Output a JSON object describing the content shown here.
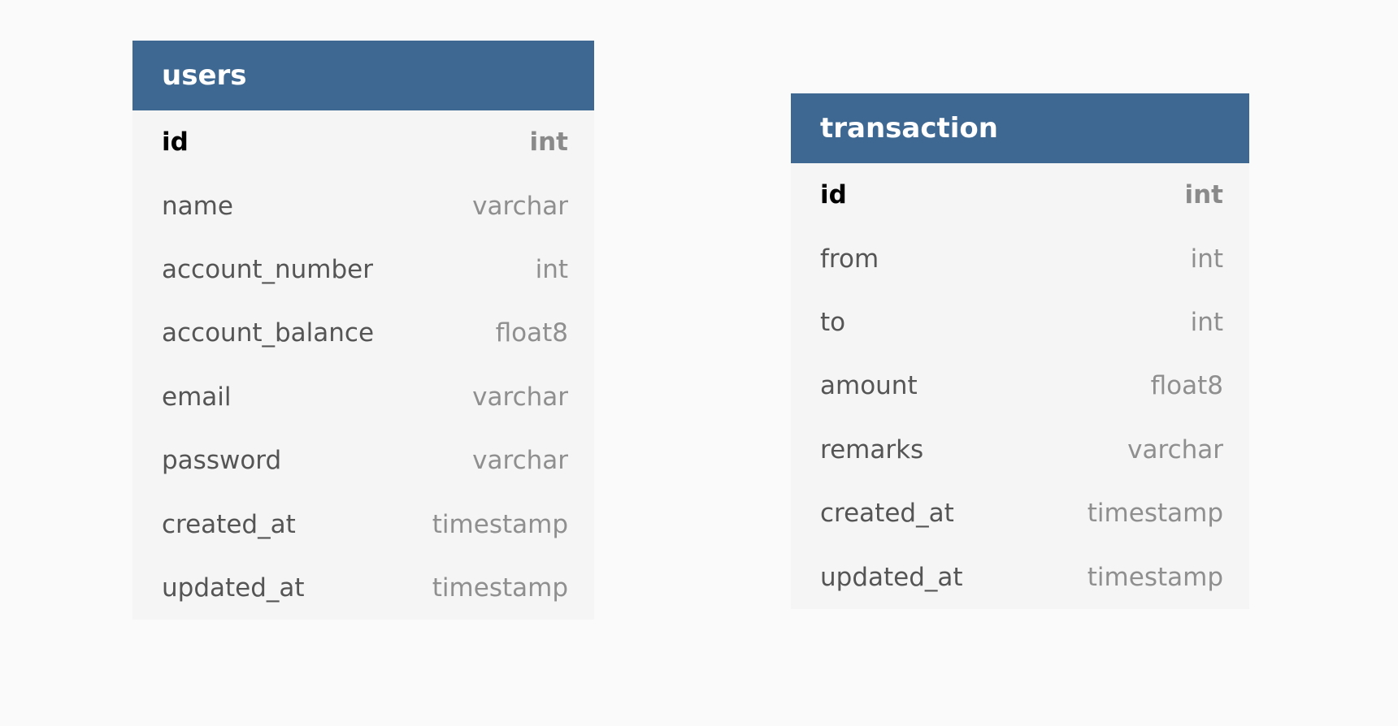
{
  "tables": [
    {
      "name": "users",
      "fields": [
        {
          "name": "id",
          "type": "int",
          "primary": true
        },
        {
          "name": "name",
          "type": "varchar"
        },
        {
          "name": "account_number",
          "type": "int"
        },
        {
          "name": "account_balance",
          "type": "float8"
        },
        {
          "name": "email",
          "type": "varchar"
        },
        {
          "name": "password",
          "type": "varchar"
        },
        {
          "name": "created_at",
          "type": "timestamp"
        },
        {
          "name": "updated_at",
          "type": "timestamp"
        }
      ]
    },
    {
      "name": "transaction",
      "fields": [
        {
          "name": "id",
          "type": "int",
          "primary": true
        },
        {
          "name": "from",
          "type": "int"
        },
        {
          "name": "to",
          "type": "int"
        },
        {
          "name": "amount",
          "type": "float8"
        },
        {
          "name": "remarks",
          "type": "varchar"
        },
        {
          "name": "created_at",
          "type": "timestamp"
        },
        {
          "name": "updated_at",
          "type": "timestamp"
        }
      ]
    }
  ],
  "colors": {
    "header_bg": "#3e6891",
    "header_text": "#ffffff",
    "body_bg": "#f5f5f5",
    "canvas_bg": "#fafafa"
  }
}
